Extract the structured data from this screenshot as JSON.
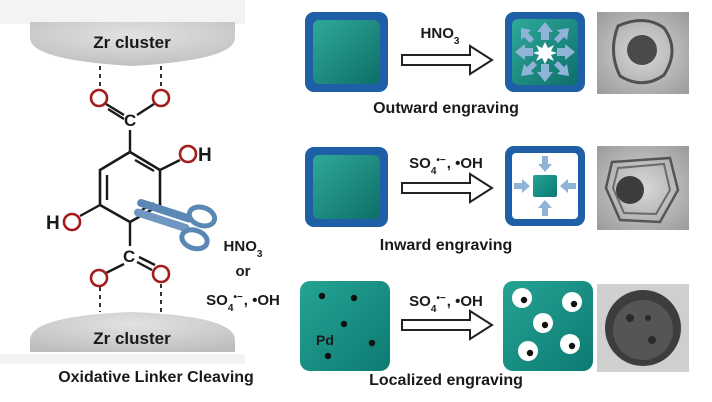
{
  "left_panel": {
    "cluster_top": "Zr cluster",
    "cluster_bottom": "Zr cluster",
    "oh_right": "OH",
    "oh_left": "HO",
    "reagent_1": "HNO3",
    "reagent_or": "or",
    "reagent_2": "SO4•−, •OH",
    "caption": "Oxidative Linker Cleaving"
  },
  "rows": [
    {
      "reagent": "HNO3",
      "caption": "Outward engraving"
    },
    {
      "reagent": "SO4•−, •OH",
      "caption": "Inward engraving"
    },
    {
      "reagent": "SO4•−, •OH",
      "caption": "Localized engraving",
      "dopant": "Pd"
    }
  ],
  "colors": {
    "blue_dark": "#1f5fa8",
    "blue_light": "#4aa0d8",
    "teal": "#14877f",
    "linker_red": "#a51c1c",
    "scissor_blue": "#5b87b5"
  }
}
